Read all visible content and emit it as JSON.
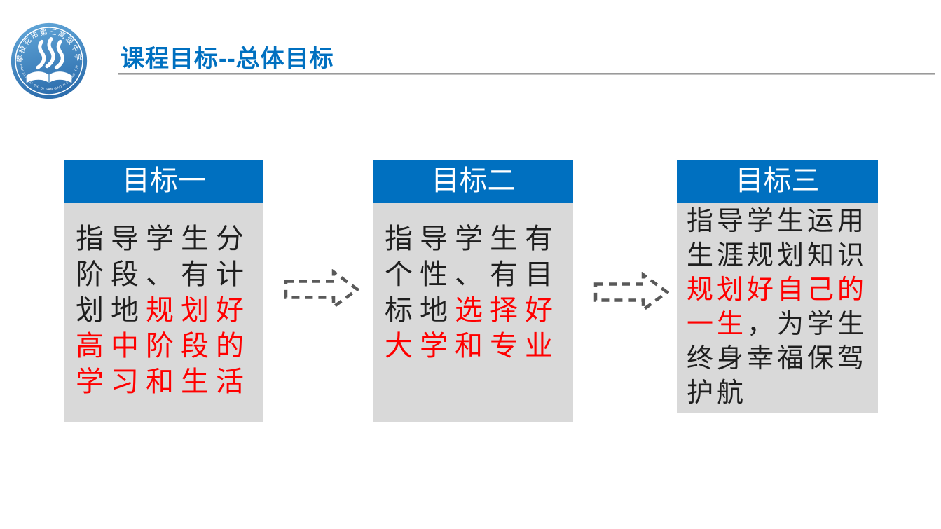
{
  "slide": {
    "title": "课程目标--总体目标"
  },
  "logo": {
    "arc_top_text": "攀枝花市第三高级中学",
    "arc_bottom_text": "PAN ZHI HUA SHI DI SAN GAO JI ZHONG XUE"
  },
  "cards": [
    {
      "title": "目标一",
      "segments": [
        "指导学生分阶段、有计划地",
        "规划好高中阶段的学习和生活",
        ""
      ]
    },
    {
      "title": "目标二",
      "segments": [
        "指导学生有个性、有目标地",
        "选择好大学和专业",
        ""
      ]
    },
    {
      "title": "目标三",
      "segments": [
        "指导学生运用生涯规划知识",
        "规划好自己的一生",
        "，为学生终身幸福保驾护航"
      ]
    }
  ],
  "colors": {
    "accent_blue": "#0070C0",
    "card_body_gray": "#D9D9D9",
    "highlight_red": "#FF0000",
    "body_text_black": "#1F1F1F",
    "arrow_gray": "#595959",
    "rule_gray": "#A6A6A6",
    "logo_blue_light": "#64A9DA",
    "logo_blue_dark": "#2E6FAE"
  }
}
